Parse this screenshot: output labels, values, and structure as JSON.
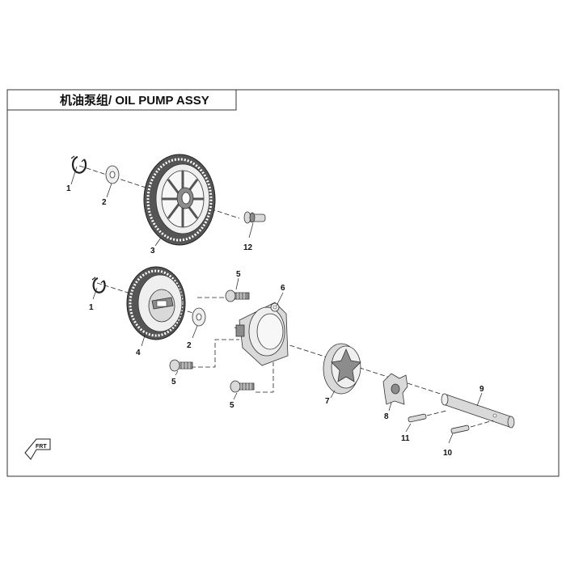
{
  "header": {
    "title": "机油泵组/ OIL PUMP ASSY"
  },
  "diagram": {
    "callouts": {
      "p1a": "1",
      "p2a": "2",
      "p3": "3",
      "p12": "12",
      "p5a": "5",
      "p6": "6",
      "p1b": "1",
      "p4": "4",
      "p2b": "2",
      "p5b": "5",
      "p5c": "5",
      "p7": "7",
      "p8": "8",
      "p9": "9",
      "p11": "11",
      "p10": "10"
    },
    "front_arrow": "FRT"
  }
}
